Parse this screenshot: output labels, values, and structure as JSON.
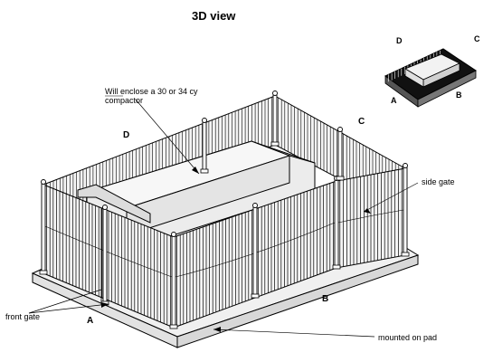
{
  "title": "3D view",
  "annotations": {
    "compactor_line1": "Will enclose a 30 or 34  cy",
    "compactor_line2": "compactor",
    "side_gate": "side gate",
    "front_gate": "front gate",
    "mounted_on_pad": "mounted on pad"
  },
  "side_labels": {
    "a": "A",
    "b": "B",
    "c": "C",
    "d": "D"
  },
  "thumbnail_labels": {
    "a": "A",
    "b": "B",
    "c": "C",
    "d": "D"
  },
  "colors": {
    "line": "#000000",
    "panel": "#f4f4f4",
    "pad": "#f0f0f0",
    "compactor": "#ececec",
    "thumb_dark": "#111111"
  }
}
